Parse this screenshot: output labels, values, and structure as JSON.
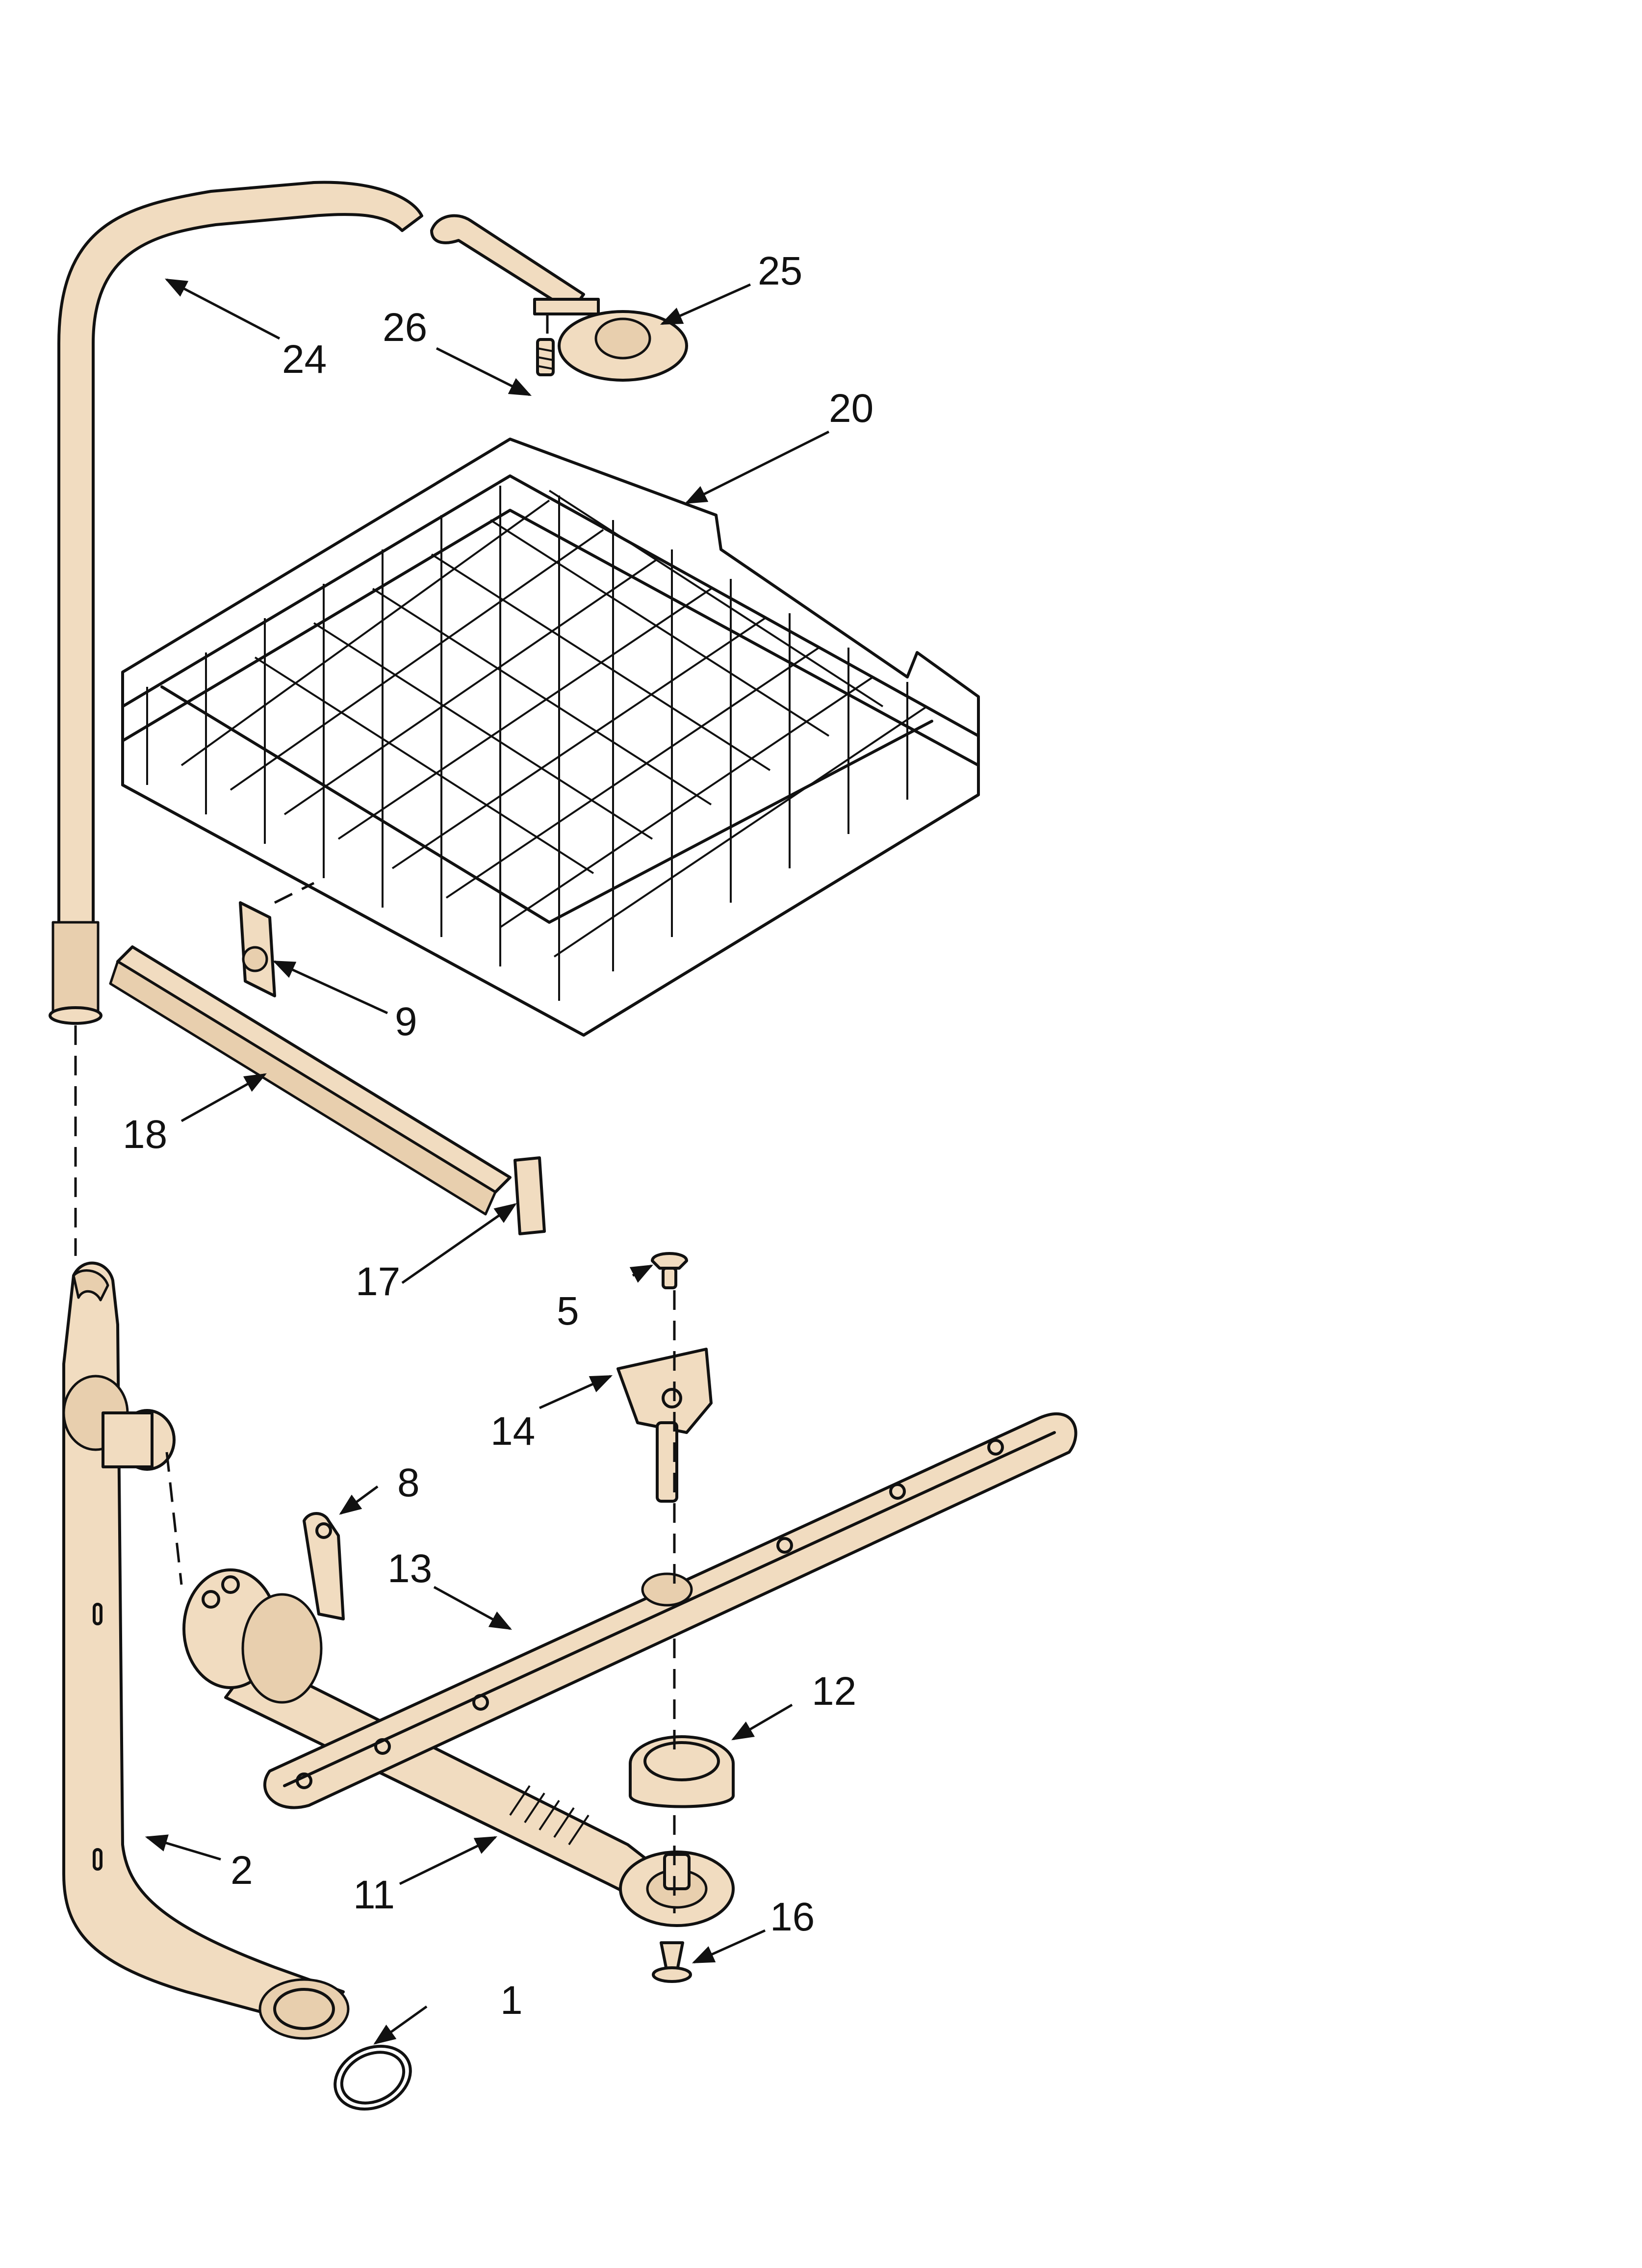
{
  "callouts": {
    "c1": "1",
    "c2": "2",
    "c5": "5",
    "c8": "8",
    "c9": "9",
    "c11": "11",
    "c12": "12",
    "c13": "13",
    "c14": "14",
    "c16": "16",
    "c17": "17",
    "c18": "18",
    "c20": "20",
    "c24": "24",
    "c25": "25",
    "c26": "26"
  },
  "colors": {
    "part_fill": "#f1dcc0",
    "line": "#111111",
    "background": "#ffffff"
  }
}
